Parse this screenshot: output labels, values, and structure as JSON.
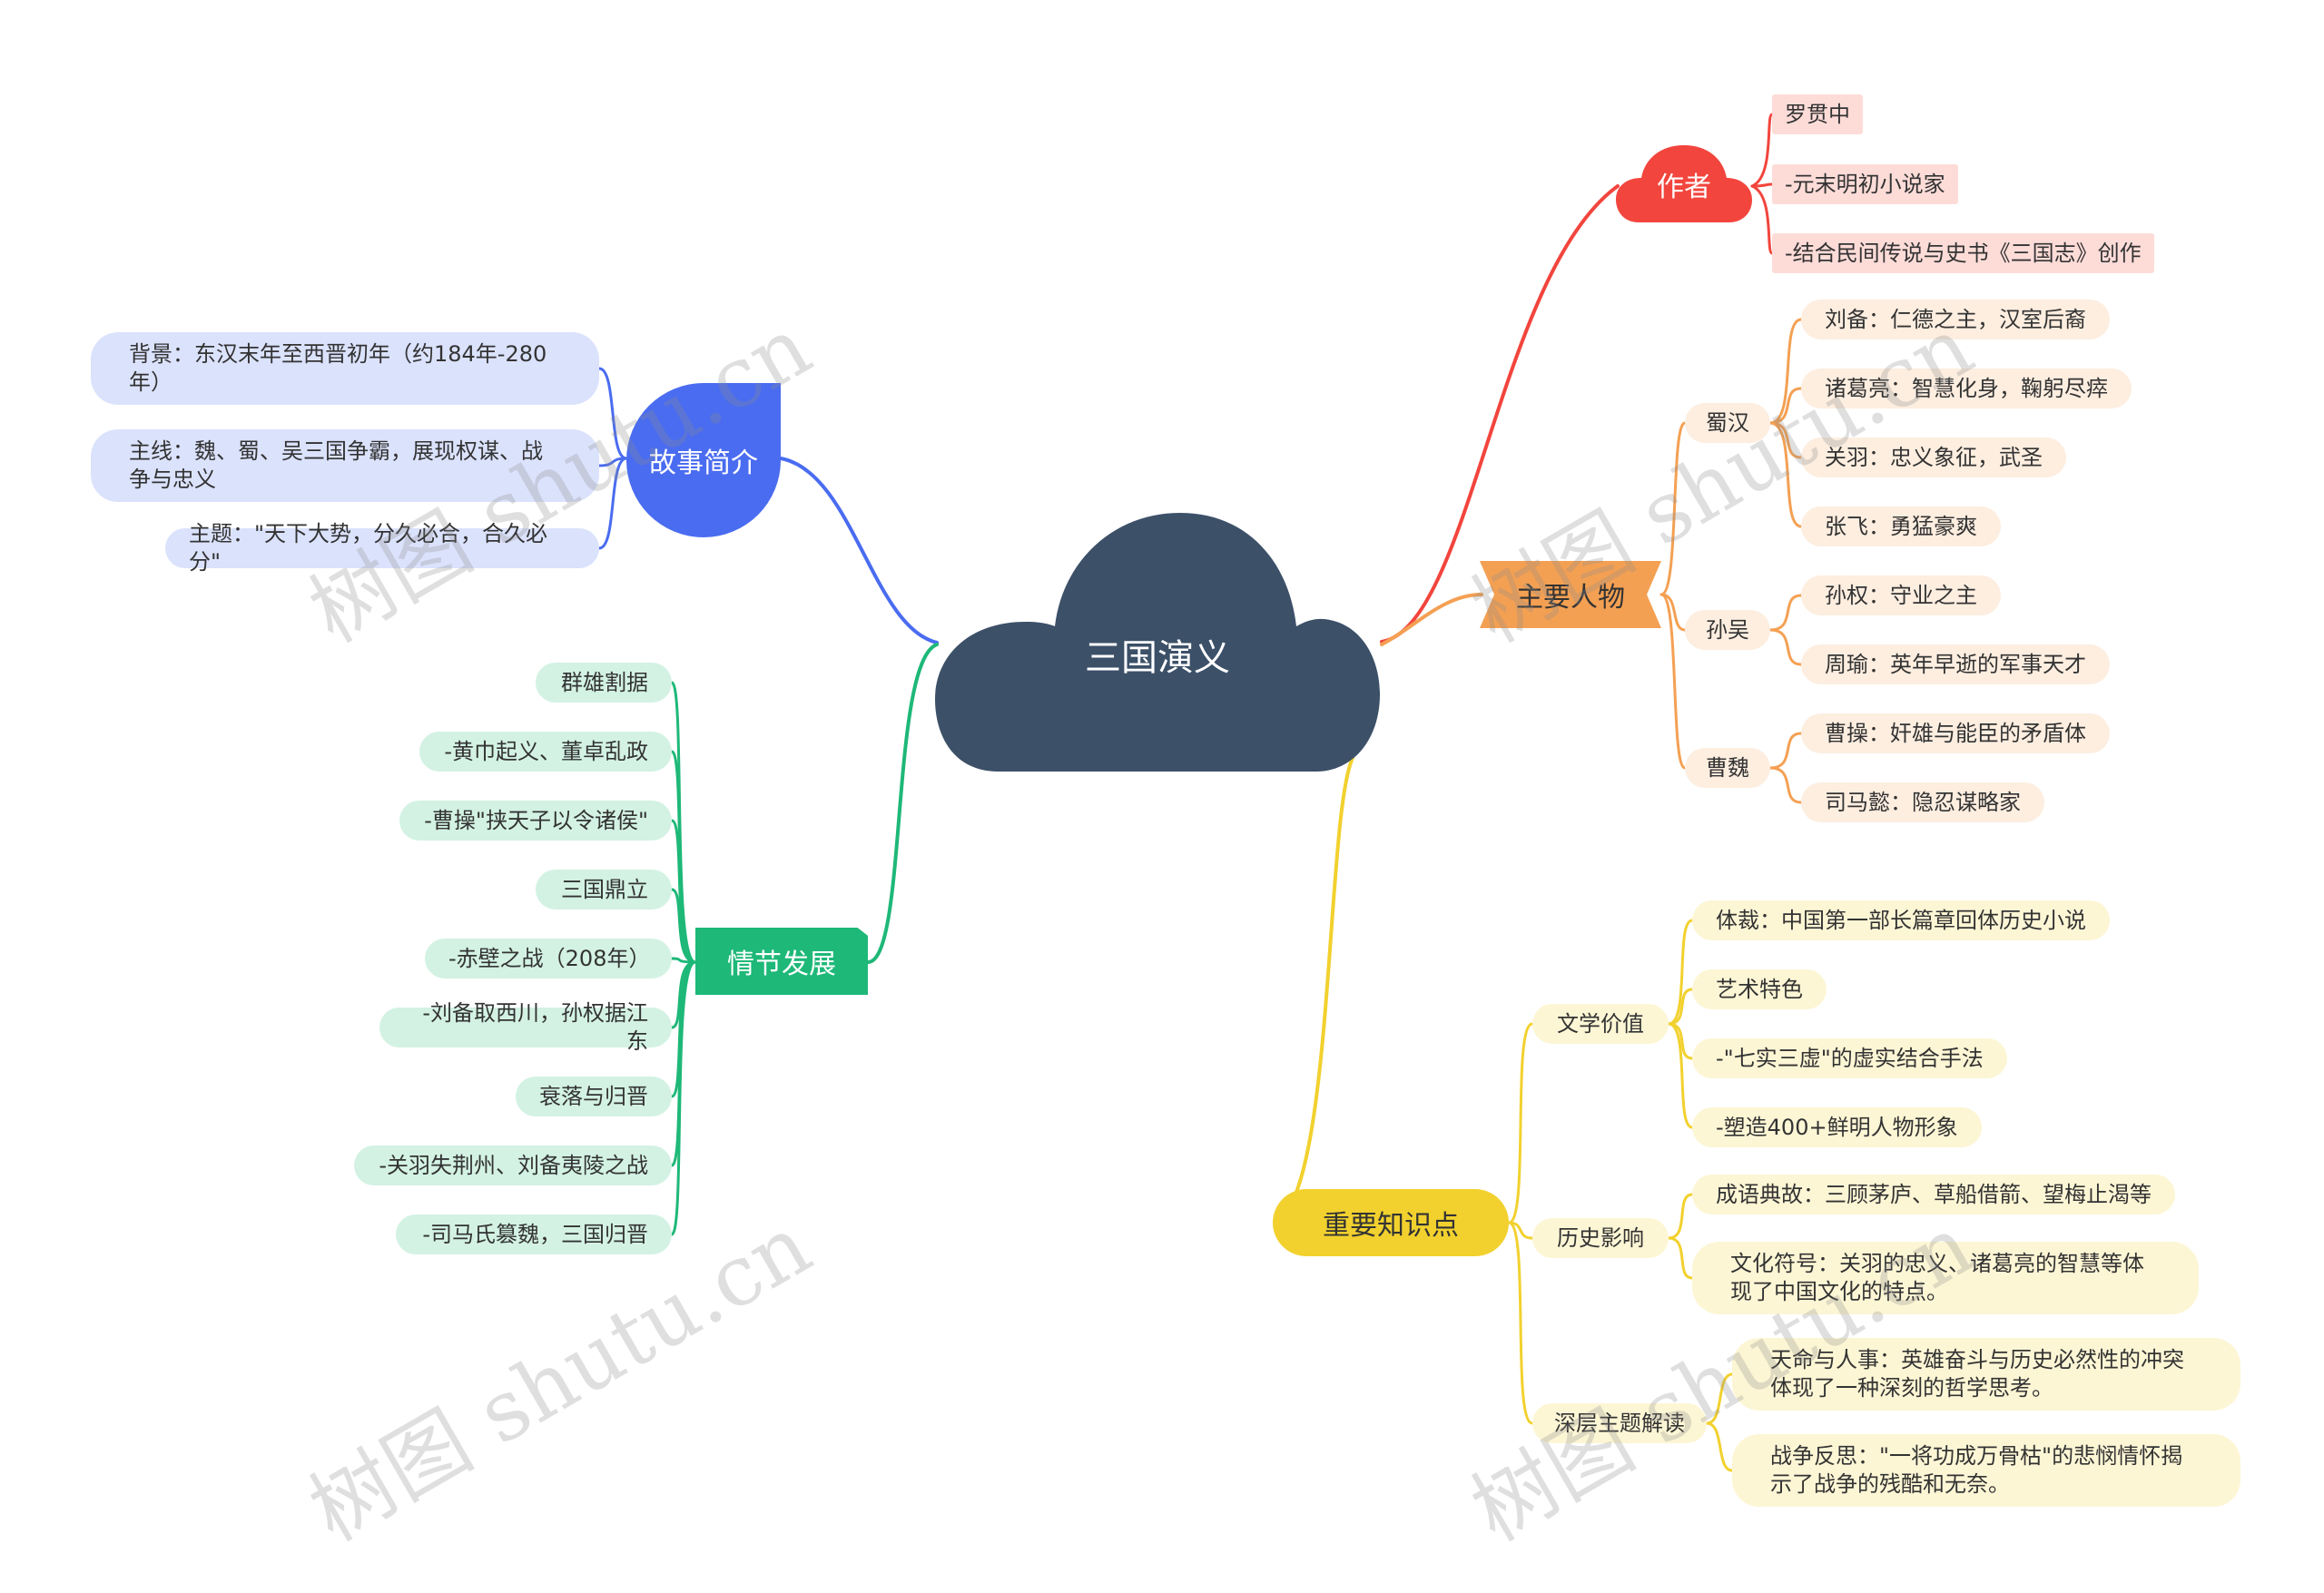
{
  "center": {
    "label": "三国演义",
    "color": "#3c5068"
  },
  "branches": {
    "author": {
      "label": "作者",
      "color": "#f2453d",
      "items": [
        "罗贯中",
        "-元末明初小说家",
        "-结合民间传说与史书《三国志》创作"
      ]
    },
    "characters": {
      "label": "主要人物",
      "color": "#f4a053",
      "groups": [
        {
          "label": "蜀汉",
          "items": [
            "刘备：仁德之主，汉室后裔",
            "诸葛亮：智慧化身，鞠躬尽瘁",
            "关羽：忠义象征，武圣",
            "张飞：勇猛豪爽"
          ]
        },
        {
          "label": "孙吴",
          "items": [
            "孙权：守业之主",
            "周瑜：英年早逝的军事天才"
          ]
        },
        {
          "label": "曹魏",
          "items": [
            "曹操：奸雄与能臣的矛盾体",
            "司马懿：隐忍谋略家"
          ]
        }
      ]
    },
    "story": {
      "label": "故事简介",
      "color": "#4a6cf0",
      "items": [
        "背景：东汉末年至西晋初年（约184年-280年）",
        "主线：魏、蜀、吴三国争霸，展现权谋、战争与忠义",
        "主题：\"天下大势，分久必合，合久必分\""
      ]
    },
    "plot": {
      "label": "情节发展",
      "color": "#1eb878",
      "items": [
        "群雄割据",
        "-黄巾起义、董卓乱政",
        "-曹操\"挟天子以令诸侯\"",
        "三国鼎立",
        "-赤壁之战（208年）",
        "-刘备取西川，孙权据江东",
        "衰落与归晋",
        "-关羽失荆州、刘备夷陵之战",
        "-司马氏篡魏，三国归晋"
      ]
    },
    "knowledge": {
      "label": "重要知识点",
      "color": "#f2d12e",
      "groups": [
        {
          "label": "文学价值",
          "items": [
            "体裁：中国第一部长篇章回体历史小说",
            "艺术特色",
            "-\"七实三虚\"的虚实结合手法",
            "-塑造400+鲜明人物形象"
          ]
        },
        {
          "label": "历史影响",
          "items": [
            "成语典故：三顾茅庐、草船借箭、望梅止渴等",
            "文化符号：关羽的忠义、诸葛亮的智慧等体现了中国文化的特点。"
          ]
        },
        {
          "label": "深层主题解读",
          "items": [
            "天命与人事：英雄奋斗与历史必然性的冲突体现了一种深刻的哲学思考。",
            "战争反思：\"一将功成万骨枯\"的悲悯情怀揭示了战争的残酷和无奈。"
          ]
        }
      ]
    }
  },
  "watermark": "树图 shutu.cn"
}
